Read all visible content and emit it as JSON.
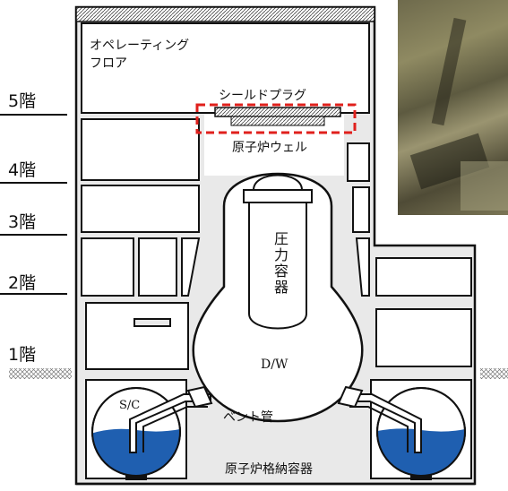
{
  "floors": [
    {
      "label": "5階"
    },
    {
      "label": "4階"
    },
    {
      "label": "3階"
    },
    {
      "label": "2階"
    },
    {
      "label": "1階"
    }
  ],
  "labels": {
    "operating_floor_line1": "オペレーティング",
    "operating_floor_line2": "フロア",
    "shield_plug": "シールドプラグ",
    "reactor_well": "原子炉ウェル",
    "pressure_vessel": "圧力容器",
    "drywell": "D/W",
    "suppression_chamber": "S/C",
    "vent_pipe": "ベント管",
    "containment_vessel": "原子炉格納容器"
  },
  "colors": {
    "building_fill": "#e9e9e9",
    "outline": "#111111",
    "water": "#1f5fb0",
    "highlight_box": "#e0201c"
  }
}
